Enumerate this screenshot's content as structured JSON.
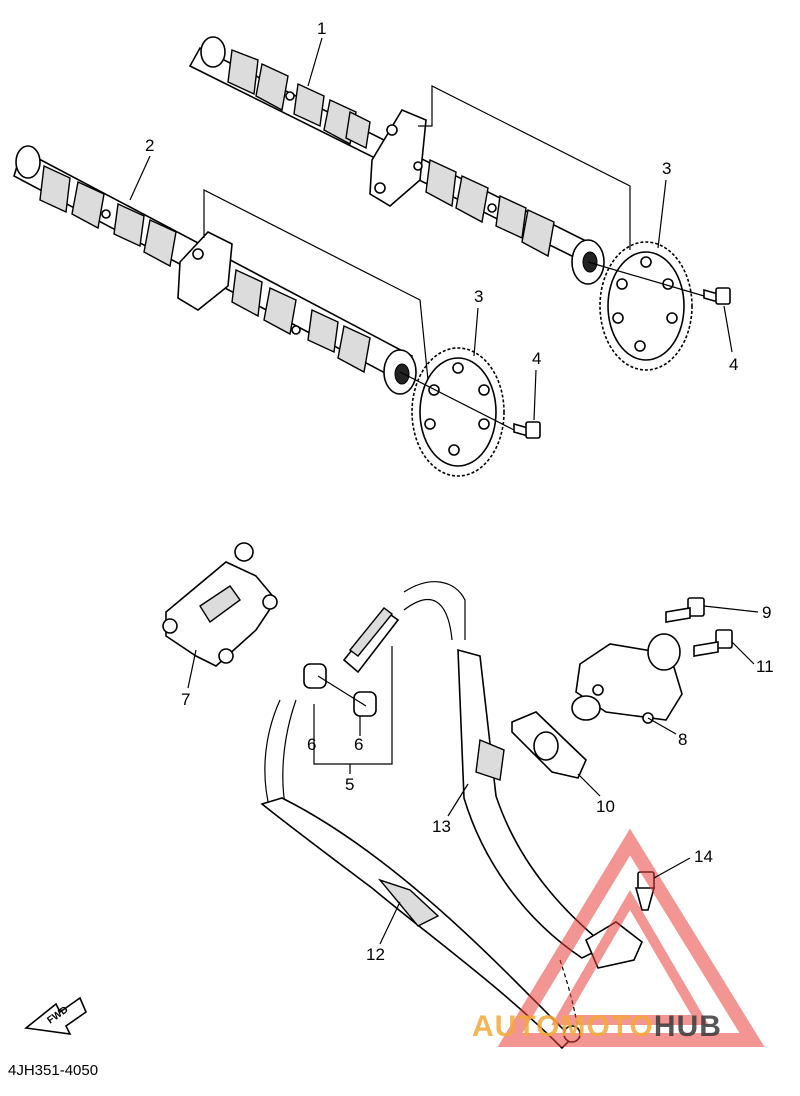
{
  "diagram": {
    "doc_code": "4JH351-4050",
    "fwd_label": "FWD",
    "callouts": [
      {
        "id": "c1",
        "text": "1"
      },
      {
        "id": "c2",
        "text": "2"
      },
      {
        "id": "c3a",
        "text": "3"
      },
      {
        "id": "c3b",
        "text": "3"
      },
      {
        "id": "c4a",
        "text": "4"
      },
      {
        "id": "c4b",
        "text": "4"
      },
      {
        "id": "c5",
        "text": "5"
      },
      {
        "id": "c6a",
        "text": "6"
      },
      {
        "id": "c6b",
        "text": "6"
      },
      {
        "id": "c7",
        "text": "7"
      },
      {
        "id": "c8",
        "text": "8"
      },
      {
        "id": "c9",
        "text": "9"
      },
      {
        "id": "c10",
        "text": "10"
      },
      {
        "id": "c11",
        "text": "11"
      },
      {
        "id": "c12",
        "text": "12"
      },
      {
        "id": "c13",
        "text": "13"
      },
      {
        "id": "c14",
        "text": "14"
      }
    ]
  },
  "watermark": {
    "brand_part1": "AUTOMOTO",
    "brand_part2": "HUB",
    "color_primary": "#f4a93a",
    "color_secondary": "#3a3a3a",
    "color_triangle": "#e8403c"
  }
}
